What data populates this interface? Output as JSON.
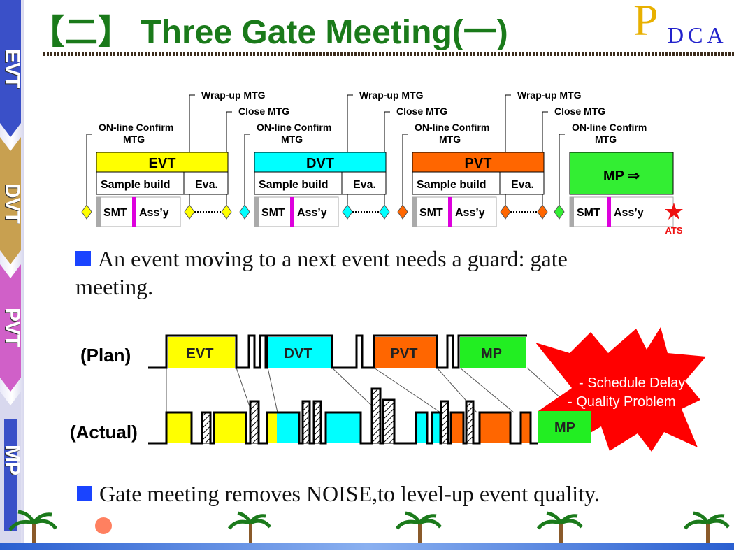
{
  "header": {
    "title": "【二】 Three Gate Meeting(一)",
    "pdca_p": "P",
    "pdca_rest": "DCA"
  },
  "sidebar": {
    "items": [
      {
        "label": "EVT"
      },
      {
        "label": "DVT"
      },
      {
        "label": "PVT"
      },
      {
        "label": "MP"
      }
    ]
  },
  "phase_diagram": {
    "annotations": {
      "wrap_up": "Wrap-up MTG",
      "close": "Close MTG",
      "online_confirm": "ON-line Confirm",
      "mtg": "MTG"
    },
    "phases": [
      {
        "name": "EVT",
        "color": "#ffff00",
        "sample_build": "Sample build",
        "eva": "Eva.",
        "smt": "SMT",
        "assy": "Ass’y",
        "diamond_color": "#ffff00"
      },
      {
        "name": "DVT",
        "color": "#00ffff",
        "sample_build": "Sample build",
        "eva": "Eva.",
        "smt": "SMT",
        "assy": "Ass’y",
        "diamond_color": "#00ffff"
      },
      {
        "name": "PVT",
        "color": "#ff6600",
        "sample_build": "Sample build",
        "eva": "Eva.",
        "smt": "SMT",
        "assy": "Ass’y",
        "diamond_color": "#ff6600"
      }
    ],
    "mp": {
      "name": "MP ⇒",
      "color": "#33ee33",
      "smt": "SMT",
      "assy": "Ass’y",
      "diamond_color": "#33ee33"
    },
    "ats_label": "ATS"
  },
  "bullets": {
    "first": "An event moving to a next event needs a guard: gate meeting.",
    "second": "Gate meeting removes NOISE,to level-up event quality."
  },
  "timeline": {
    "plan_label": "(Plan)",
    "actual_label": "(Actual)",
    "plan_blocks": [
      {
        "label": "EVT",
        "color": "#ffff00"
      },
      {
        "label": "DVT",
        "color": "#00ffff"
      },
      {
        "label": "PVT",
        "color": "#ff6600"
      },
      {
        "label": "MP",
        "color": "#22ee22"
      }
    ],
    "actual_mp_label": "MP",
    "burst_lines": [
      "- Schedule Delay",
      "- Quality Problem"
    ],
    "burst_color": "#ff0000"
  }
}
